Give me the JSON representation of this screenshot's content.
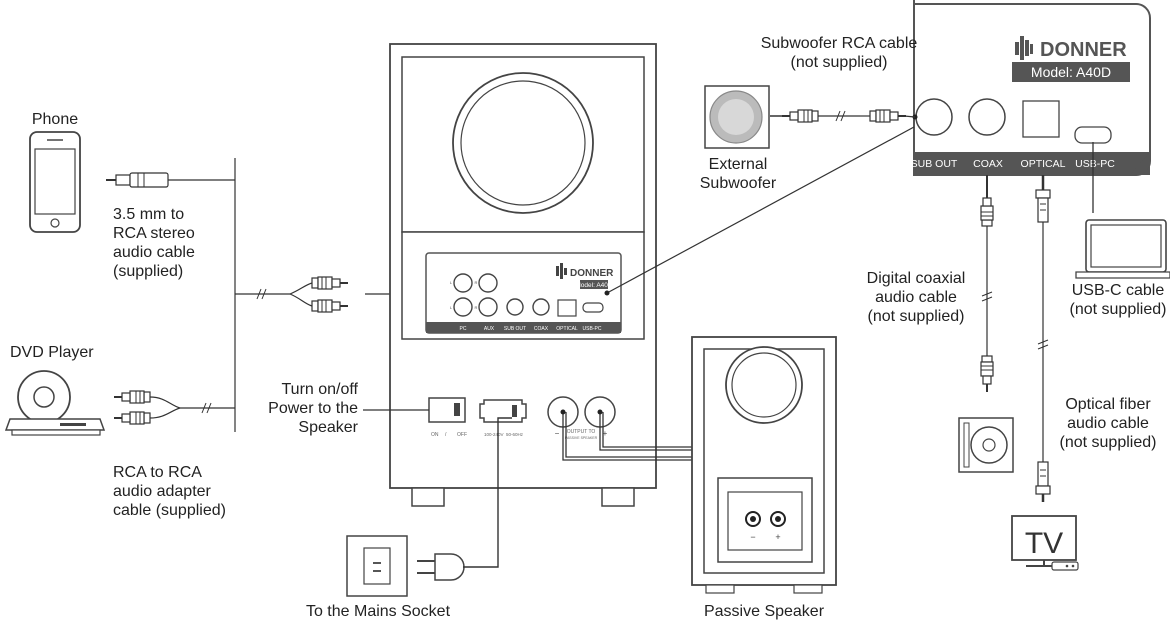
{
  "brand": {
    "name": "DONNER",
    "model": "Model: A40D"
  },
  "devices": {
    "phone": "Phone",
    "dvd_player": "DVD Player",
    "external_subwoofer": [
      "External",
      "Subwoofer"
    ],
    "passive_speaker": "Passive Speaker",
    "mains_socket": "To the Mains Socket",
    "tv": "TV"
  },
  "cables": {
    "phone_cable": [
      "3.5 mm to",
      "RCA stereo",
      "audio cable",
      "(supplied)"
    ],
    "dvd_cable": [
      "RCA to RCA",
      "audio adapter",
      "cable (supplied)"
    ],
    "subwoofer_cable": [
      "Subwoofer RCA cable",
      "(not supplied)"
    ],
    "coax_cable": [
      "Digital coaxial",
      "audio cable",
      "(not supplied)"
    ],
    "usb_cable": [
      "USB-C cable",
      "(not supplied)"
    ],
    "optical_cable": [
      "Optical fiber",
      "audio cable",
      "(not supplied)"
    ]
  },
  "power_switch": [
    "Turn on/off",
    "Power to the",
    "Speaker"
  ],
  "large_panel_ports": [
    "SUB OUT",
    "COAX",
    "OPTICAL",
    "USB-PC"
  ],
  "small_panel_ports": [
    "PC",
    "AUX",
    "SUB OUT",
    "COAX",
    "OPTICAL",
    "USB-PC"
  ],
  "small_panel_marks": [
    "L",
    "R",
    "L",
    "R"
  ],
  "switch_marks": [
    "ON",
    "/",
    "OFF"
  ],
  "voltage_marks": [
    "100-240V",
    "50-60Hz"
  ],
  "speaker_output_marks": [
    "OUTPUT TO",
    "PASSIVE SPEAKER"
  ],
  "polarity": [
    "−",
    "+"
  ]
}
